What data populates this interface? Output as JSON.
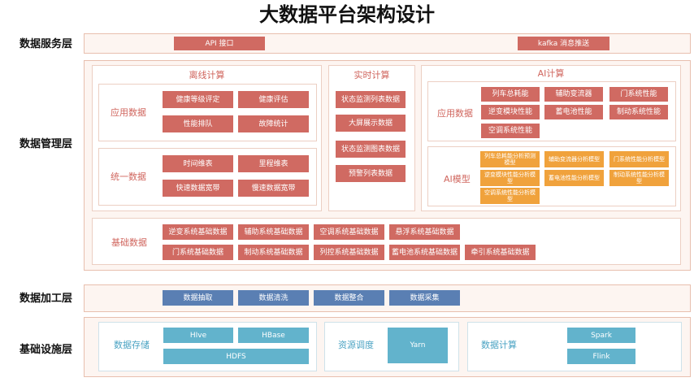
{
  "title": "大数据平台架构设计",
  "layers": {
    "service": "数据服务层",
    "management": "数据管理层",
    "processing": "数据加工层",
    "infra": "基础设施层"
  },
  "service": {
    "api": "API 接口",
    "kafka": "kafka 消息推送"
  },
  "offline": {
    "title": "离线计算",
    "app_label": "应用数据",
    "app_items": [
      "健康等级评定",
      "健康评估",
      "性能排队",
      "故障统计"
    ],
    "unified_label": "统一数据",
    "unified_items": [
      "时间维表",
      "里程维表",
      "快速数据宽带",
      "慢速数据宽带"
    ]
  },
  "realtime": {
    "title": "实时计算",
    "items": [
      "状态监测列表数据",
      "大屏展示数据",
      "状态监测图表数据",
      "预警列表数据"
    ]
  },
  "ai": {
    "title": "AI计算",
    "app_label": "应用数据",
    "app_items": [
      "列车总耗能",
      "辅助变流器",
      "门系统性能",
      "逆变模块性能",
      "蓄电池性能",
      "制动系统性能",
      "空调系统性能"
    ],
    "model_label": "AI模型",
    "model_items": [
      "列车总耗能分析预测模型",
      "辅助变流器分析模型",
      "门系统性能分析模型",
      "逆变模块性能分析模型",
      "蓄电池性能分析模型",
      "制动系统性能分析模型",
      "空调系统性能分析模型"
    ]
  },
  "base": {
    "label": "基础数据",
    "items": [
      "逆变系统基础数据",
      "辅助系统基础数据",
      "空调系统基础数据",
      "悬浮系统基础数据",
      "门系统基础数据",
      "制动系统基础数据",
      "列控系统基础数据",
      "蓄电池系统基础数据",
      "牵引系统基础数据"
    ]
  },
  "processing": {
    "items": [
      "数据抽取",
      "数据清洗",
      "数据整合",
      "数据采集"
    ]
  },
  "infra": {
    "storage_label": "数据存储",
    "hive": "HIve",
    "hbase": "HBase",
    "hdfs": "HDFS",
    "scheduling_label": "资源调度",
    "yarn": "Yarn",
    "compute_label": "数据计算",
    "spark": "Spark",
    "flink": "Flink"
  }
}
